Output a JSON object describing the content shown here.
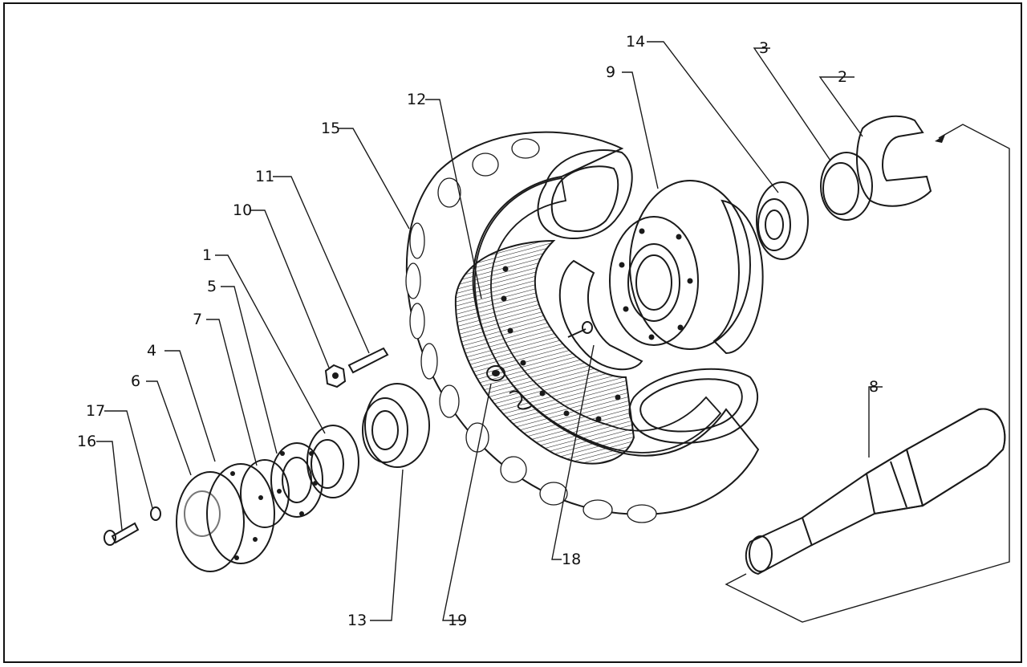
{
  "callouts": [
    {
      "id": "c1",
      "label": "1"
    },
    {
      "id": "c2",
      "label": "2"
    },
    {
      "id": "c3",
      "label": "3"
    },
    {
      "id": "c4",
      "label": "4"
    },
    {
      "id": "c5",
      "label": "5"
    },
    {
      "id": "c6",
      "label": "6"
    },
    {
      "id": "c7",
      "label": "7"
    },
    {
      "id": "c8",
      "label": "8"
    },
    {
      "id": "c9",
      "label": "9"
    },
    {
      "id": "c10",
      "label": "10"
    },
    {
      "id": "c11",
      "label": "11"
    },
    {
      "id": "c12",
      "label": "12"
    },
    {
      "id": "c13",
      "label": "13"
    },
    {
      "id": "c14",
      "label": "14"
    },
    {
      "id": "c15",
      "label": "15"
    },
    {
      "id": "c16",
      "label": "16"
    },
    {
      "id": "c17",
      "label": "17"
    },
    {
      "id": "c18",
      "label": "18"
    },
    {
      "id": "c19",
      "label": "19"
    }
  ],
  "colors": {
    "ink": "#1a1a1a",
    "paper": "#ffffff",
    "shade": "#8c8c8c"
  }
}
